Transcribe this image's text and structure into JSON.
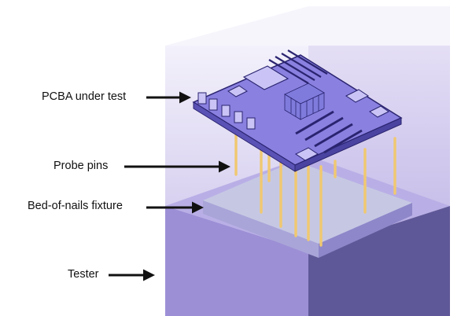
{
  "labels": {
    "pcba": "PCBA under test",
    "probe_pins": "Probe pins",
    "fixture": "Bed-of-nails fixture",
    "tester": "Tester"
  },
  "colors": {
    "enclosure_light": "#ece9f7",
    "enclosure_mid": "#d9d3f0",
    "tester_front": "#9d8fd6",
    "tester_side": "#5f5898",
    "tester_top": "#b9afe6",
    "fixture_top": "#c6c8e3",
    "fixture_side": "#8e87c9",
    "pcb_top": "#8a80e0",
    "pcb_side": "#5a52b5",
    "pcb_outline": "#2a2470",
    "component": "#c9c4f5",
    "heatsink": "#7f7bdc",
    "pin": "#f0c870",
    "arrow": "#111111"
  }
}
